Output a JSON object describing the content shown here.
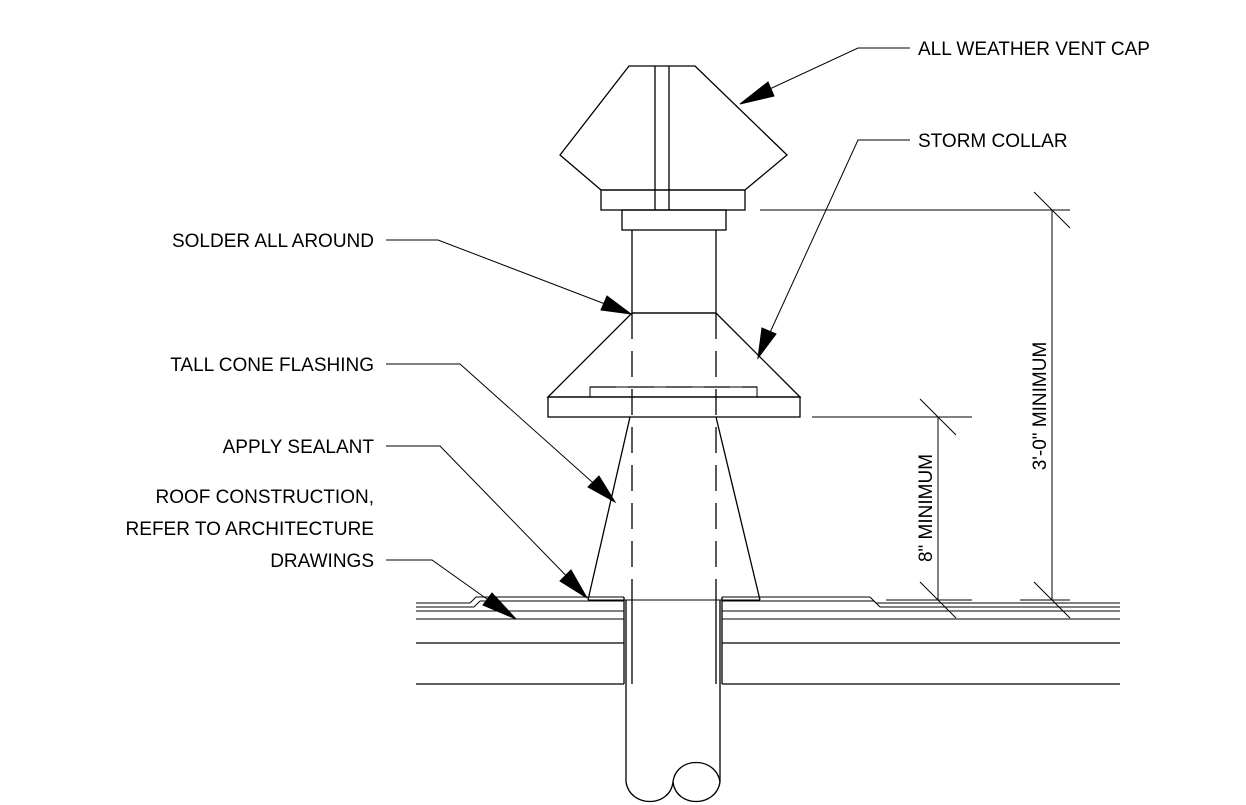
{
  "labels": {
    "vent_cap": "ALL WEATHER VENT CAP",
    "storm_collar": "STORM COLLAR",
    "solder": "SOLDER ALL AROUND",
    "cone_flashing": "TALL CONE FLASHING",
    "sealant": "APPLY SEALANT",
    "roof_line1": "ROOF CONSTRUCTION,",
    "roof_line2": "REFER TO ARCHITECTURE",
    "roof_line3": "DRAWINGS"
  },
  "dimensions": {
    "min_height_36": "3'-0\" MINIMUM",
    "min_height_8": "8\" MINIMUM"
  }
}
